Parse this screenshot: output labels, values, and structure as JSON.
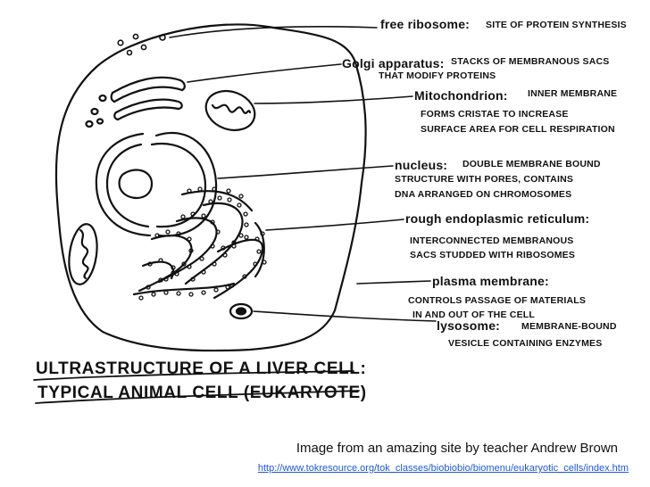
{
  "diagram": {
    "labels": [
      {
        "term": "free ribosome:",
        "definition": [
          "SITE OF PROTEIN SYNTHESIS"
        ]
      },
      {
        "term": "Golgi apparatus:",
        "definition": [
          "STACKS OF MEMBRANOUS SACS",
          "THAT MODIFY PROTEINS"
        ]
      },
      {
        "term": "Mitochondrion:",
        "definition": [
          "INNER MEMBRANE",
          "FORMS CRISTAE TO INCREASE",
          "SURFACE AREA FOR CELL RESPIRATION"
        ]
      },
      {
        "term": "nucleus:",
        "definition": [
          "DOUBLE MEMBRANE BOUND",
          "STRUCTURE WITH PORES, CONTAINS",
          "DNA ARRANGED ON CHROMOSOMES"
        ]
      },
      {
        "term": "rough endoplasmic reticulum:",
        "definition": [
          "INTERCONNECTED MEMBRANOUS",
          "SACS STUDDED WITH RIBOSOMES"
        ]
      },
      {
        "term": "plasma membrane:",
        "definition": [
          "CONTROLS PASSAGE OF MATERIALS",
          "IN AND OUT OF THE CELL"
        ]
      },
      {
        "term": "lysosome:",
        "definition": [
          "MEMBRANE-BOUND",
          "VESICLE CONTAINING ENZYMES"
        ]
      }
    ],
    "title_lines": [
      "ULTRASTRUCTURE OF A LIVER CELL:",
      "TYPICAL ANIMAL CELL (EUKARYOTE)"
    ]
  },
  "credit": {
    "text": "Image from an amazing site by teacher Andrew Brown",
    "url": "http://www.tokresource.org/tok_classes/biobiobio/biomenu/eukaryotic_cells/index.htm"
  },
  "colors": {
    "ink": "#111111",
    "link": "#1f58d6",
    "background": "#ffffff"
  }
}
